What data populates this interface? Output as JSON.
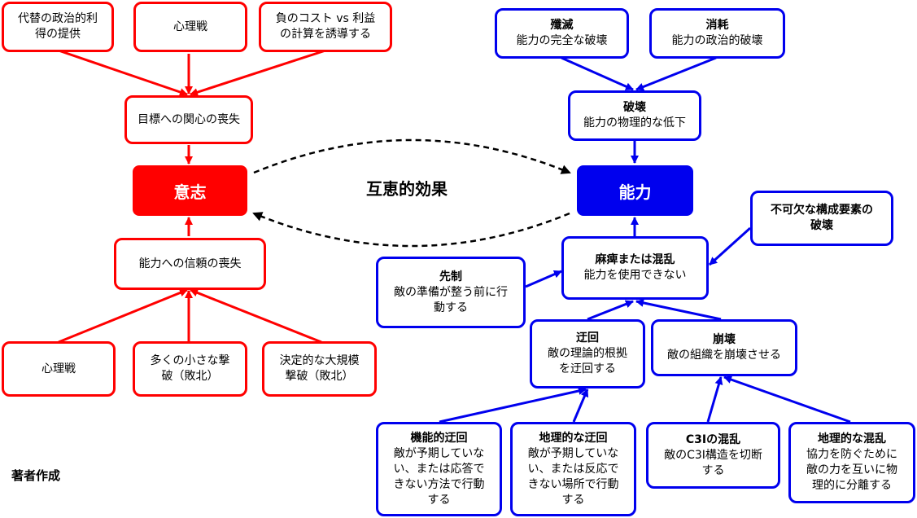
{
  "center": {
    "label": "互恵的効果"
  },
  "credit": "著者作成",
  "will": {
    "hub": "意志",
    "top_sources": [
      {
        "lines": [
          "代替の政治的利",
          "得の提供"
        ]
      },
      {
        "lines": [
          "心理戦"
        ]
      },
      {
        "lines": [
          "負のコスト vs 利益",
          "の計算を誘導する"
        ]
      }
    ],
    "loss_interest": "目標への関心の喪失",
    "loss_trust": "能力への信頼の喪失",
    "bottom_sources": [
      {
        "lines": [
          "心理戦"
        ]
      },
      {
        "lines": [
          "多くの小さな撃",
          "破（敗北）"
        ]
      },
      {
        "lines": [
          "決定的な大規模",
          "撃破（敗北）"
        ]
      }
    ]
  },
  "capability": {
    "hub": "能力",
    "annihilation": {
      "title": "殲滅",
      "desc": "能力の完全な破壊"
    },
    "attrition": {
      "title": "消耗",
      "desc": "能力の政治的破壊"
    },
    "destruction": {
      "title": "破壊",
      "desc": "能力の物理的な低下"
    },
    "paralysis": {
      "title": "麻痺または混乱",
      "desc": "能力を使用できない"
    },
    "key_component": {
      "title_lines": [
        "不可欠な構成要素の",
        "破壊"
      ]
    },
    "preemption": {
      "title": "先制",
      "desc_lines": [
        "敵の準備が整う前に行",
        "動する"
      ]
    },
    "dislocation": {
      "title": "迂回",
      "desc_lines": [
        "敵の理論的根拠",
        "を迂回する"
      ]
    },
    "disintegration": {
      "title": "崩壊",
      "desc_lines": [
        "敵の組織を崩壊させる"
      ]
    },
    "functional": {
      "title": "機能的迂回",
      "desc_lines": [
        "敵が予期していな",
        "い、または応答で",
        "きない方法で行動",
        "する"
      ]
    },
    "geographic": {
      "title": "地理的な迂回",
      "desc_lines": [
        "敵が予期していな",
        "い、または反応で",
        "きない場所で行動",
        "する"
      ]
    },
    "c3i": {
      "title": "C3Iの混乱",
      "desc_lines": [
        "敵のC3I構造を切断",
        "する"
      ]
    },
    "geo_disrupt": {
      "title": "地理的な混乱",
      "desc_lines": [
        "協力を防ぐために",
        "敵の力を互いに物",
        "理的に分離する"
      ]
    }
  },
  "colors": {
    "will": "#ff0000",
    "capability": "#0000ee",
    "center_arrow": "#000000"
  }
}
